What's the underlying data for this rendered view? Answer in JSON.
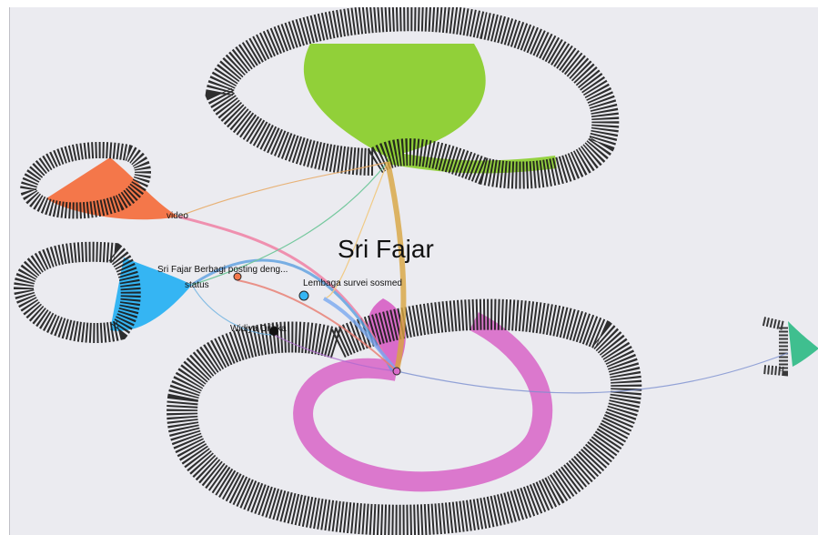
{
  "graph": {
    "title": "Sri Fajar",
    "labels": {
      "video": "video",
      "status": "status",
      "posting": "Sri Fajar Berbagi posting deng...",
      "lembaga": "Lembaga survei sosmed",
      "widiya": "Widiya Oriska"
    },
    "clusters": [
      {
        "name": "green",
        "color": "#8ccf2e"
      },
      {
        "name": "orange",
        "color": "#f4774a"
      },
      {
        "name": "blue",
        "color": "#35b5f3"
      },
      {
        "name": "pink",
        "color": "#d96cc9"
      },
      {
        "name": "teal",
        "color": "#3fbf8f"
      }
    ]
  }
}
